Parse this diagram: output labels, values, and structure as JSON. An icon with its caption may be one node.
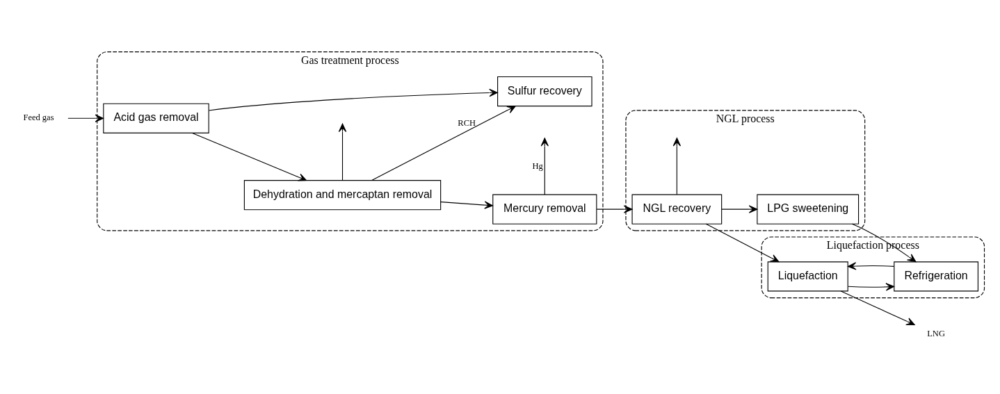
{
  "diagram": {
    "nodes": [
      {
        "text": [
          "Gas treatment process"
        ]
      },
      {
        "text": [
          "Acid gas removal"
        ],
        "in": 0
      },
      {
        "text": [
          "Dehydration and mercaptan removal"
        ],
        "in": 0
      },
      {
        "text": [
          "Mercury removal"
        ],
        "in": 0
      },
      {
        "text": [
          "Sulfur recovery"
        ],
        "in": 0
      },
      {
        "text": [
          "NGL process"
        ]
      },
      {
        "text": [
          "NGL recovery"
        ],
        "in": 5
      },
      {
        "text": [
          "LPG sweetening"
        ],
        "in": 5
      },
      {
        "text": [
          "Liquefaction process"
        ]
      },
      {
        "text": [
          "Liquefaction"
        ],
        "in": 8
      },
      {
        "text": [
          "Refrigeration"
        ],
        "in": 8
      },
      {
        "text": [
          "Feed gas"
        ]
      },
      {
        "text": [
          "LNG"
        ]
      }
    ],
    "edges": [
      {
        "from": 11,
        "to": 1,
        "arrow": "to"
      },
      {
        "from": 1,
        "to": 2,
        "arrow": "to"
      },
      {
        "from": 2,
        "to": 3,
        "arrow": "to"
      },
      {
        "from": 3,
        "to": 6,
        "arrow": "to"
      },
      {
        "from": 6,
        "to": 9,
        "arrow": "to"
      },
      {
        "from": 9,
        "to": 12,
        "arrow": "to"
      },
      {
        "from": 2,
        "to": null,
        "arrow": "to"
      },
      {
        "from": 1,
        "to": 4,
        "arrow": "to"
      },
      {
        "from": 2,
        "to": 4,
        "label": "RCH",
        "arrow": "to"
      },
      {
        "from": 3,
        "to": null,
        "label": "Hg",
        "arrow": "to"
      },
      {
        "from": 6,
        "to": null,
        "arrow": "to"
      },
      {
        "from": 6,
        "to": 7,
        "arrow": "to"
      },
      {
        "from": 7,
        "to": 10,
        "arrow": "to"
      },
      {
        "from": 9,
        "to": 10,
        "arrow": "to"
      },
      {
        "from": 10,
        "to": 9,
        "arrow": "to"
      }
    ]
  }
}
